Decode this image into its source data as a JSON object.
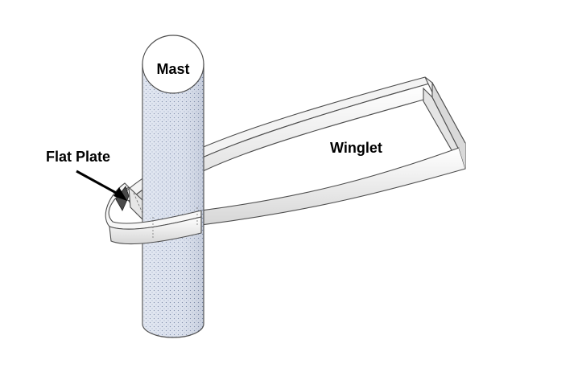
{
  "labels": {
    "mast": "Mast",
    "winglet": "Winglet",
    "flat_plate": "Flat Plate"
  },
  "colors": {
    "background": "#ffffff",
    "mast_fill": "#dde3ef",
    "mast_dots": "#7c8aa8",
    "band_fill": "#f2f2f2",
    "band_shade": "#d9d9d9",
    "outline": "#4d4d4d",
    "arrow": "#000000"
  }
}
